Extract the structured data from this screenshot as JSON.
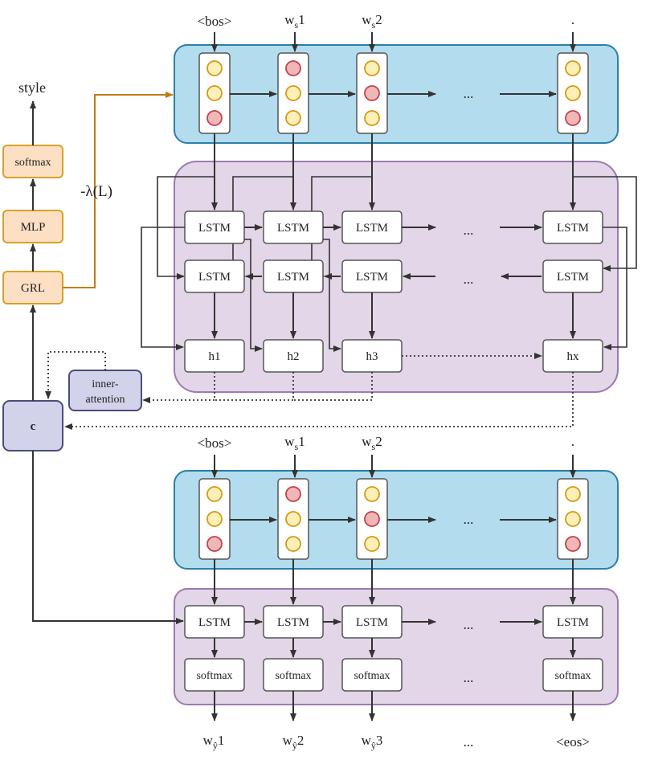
{
  "colors": {
    "blue_fill": "#b3ddee",
    "blue_stroke": "#2b7fa8",
    "purple_fill": "#e3d6e8",
    "purple_stroke": "#9c7bb0",
    "orange_fill": "#fde0c4",
    "orange_stroke": "#d9a126",
    "c_fill": "#d2d2ea",
    "c_stroke": "#4c4c7a",
    "circle_yellow": "#fdefb8",
    "circle_orange_ring": "#d49a15",
    "circle_red": "#f1b6b8",
    "circle_red_ring": "#c0444a",
    "arrow": "#333333",
    "orange_arrow": "#c07c18"
  },
  "labels": {
    "style": "style",
    "softmax": "softmax",
    "mlp": "MLP",
    "grl": "GRL",
    "lambda": "-λ(L)",
    "c": "c",
    "inner_attention_1": "inner-",
    "inner_attention_2": "attention",
    "lstm": "LSTM",
    "ellipsis": "...",
    "h1": "h1",
    "h2": "h2",
    "h3": "h3",
    "hx": "hx",
    "bos": "<bos>",
    "ws": "w",
    "ws_sub": "s",
    "ws1": "1",
    "ws2": "2",
    "dot": ".",
    "out_w": "w",
    "out_sub": "ŷ",
    "out1": "1",
    "out2": "2",
    "out3": "3",
    "eos": "<eos>"
  }
}
